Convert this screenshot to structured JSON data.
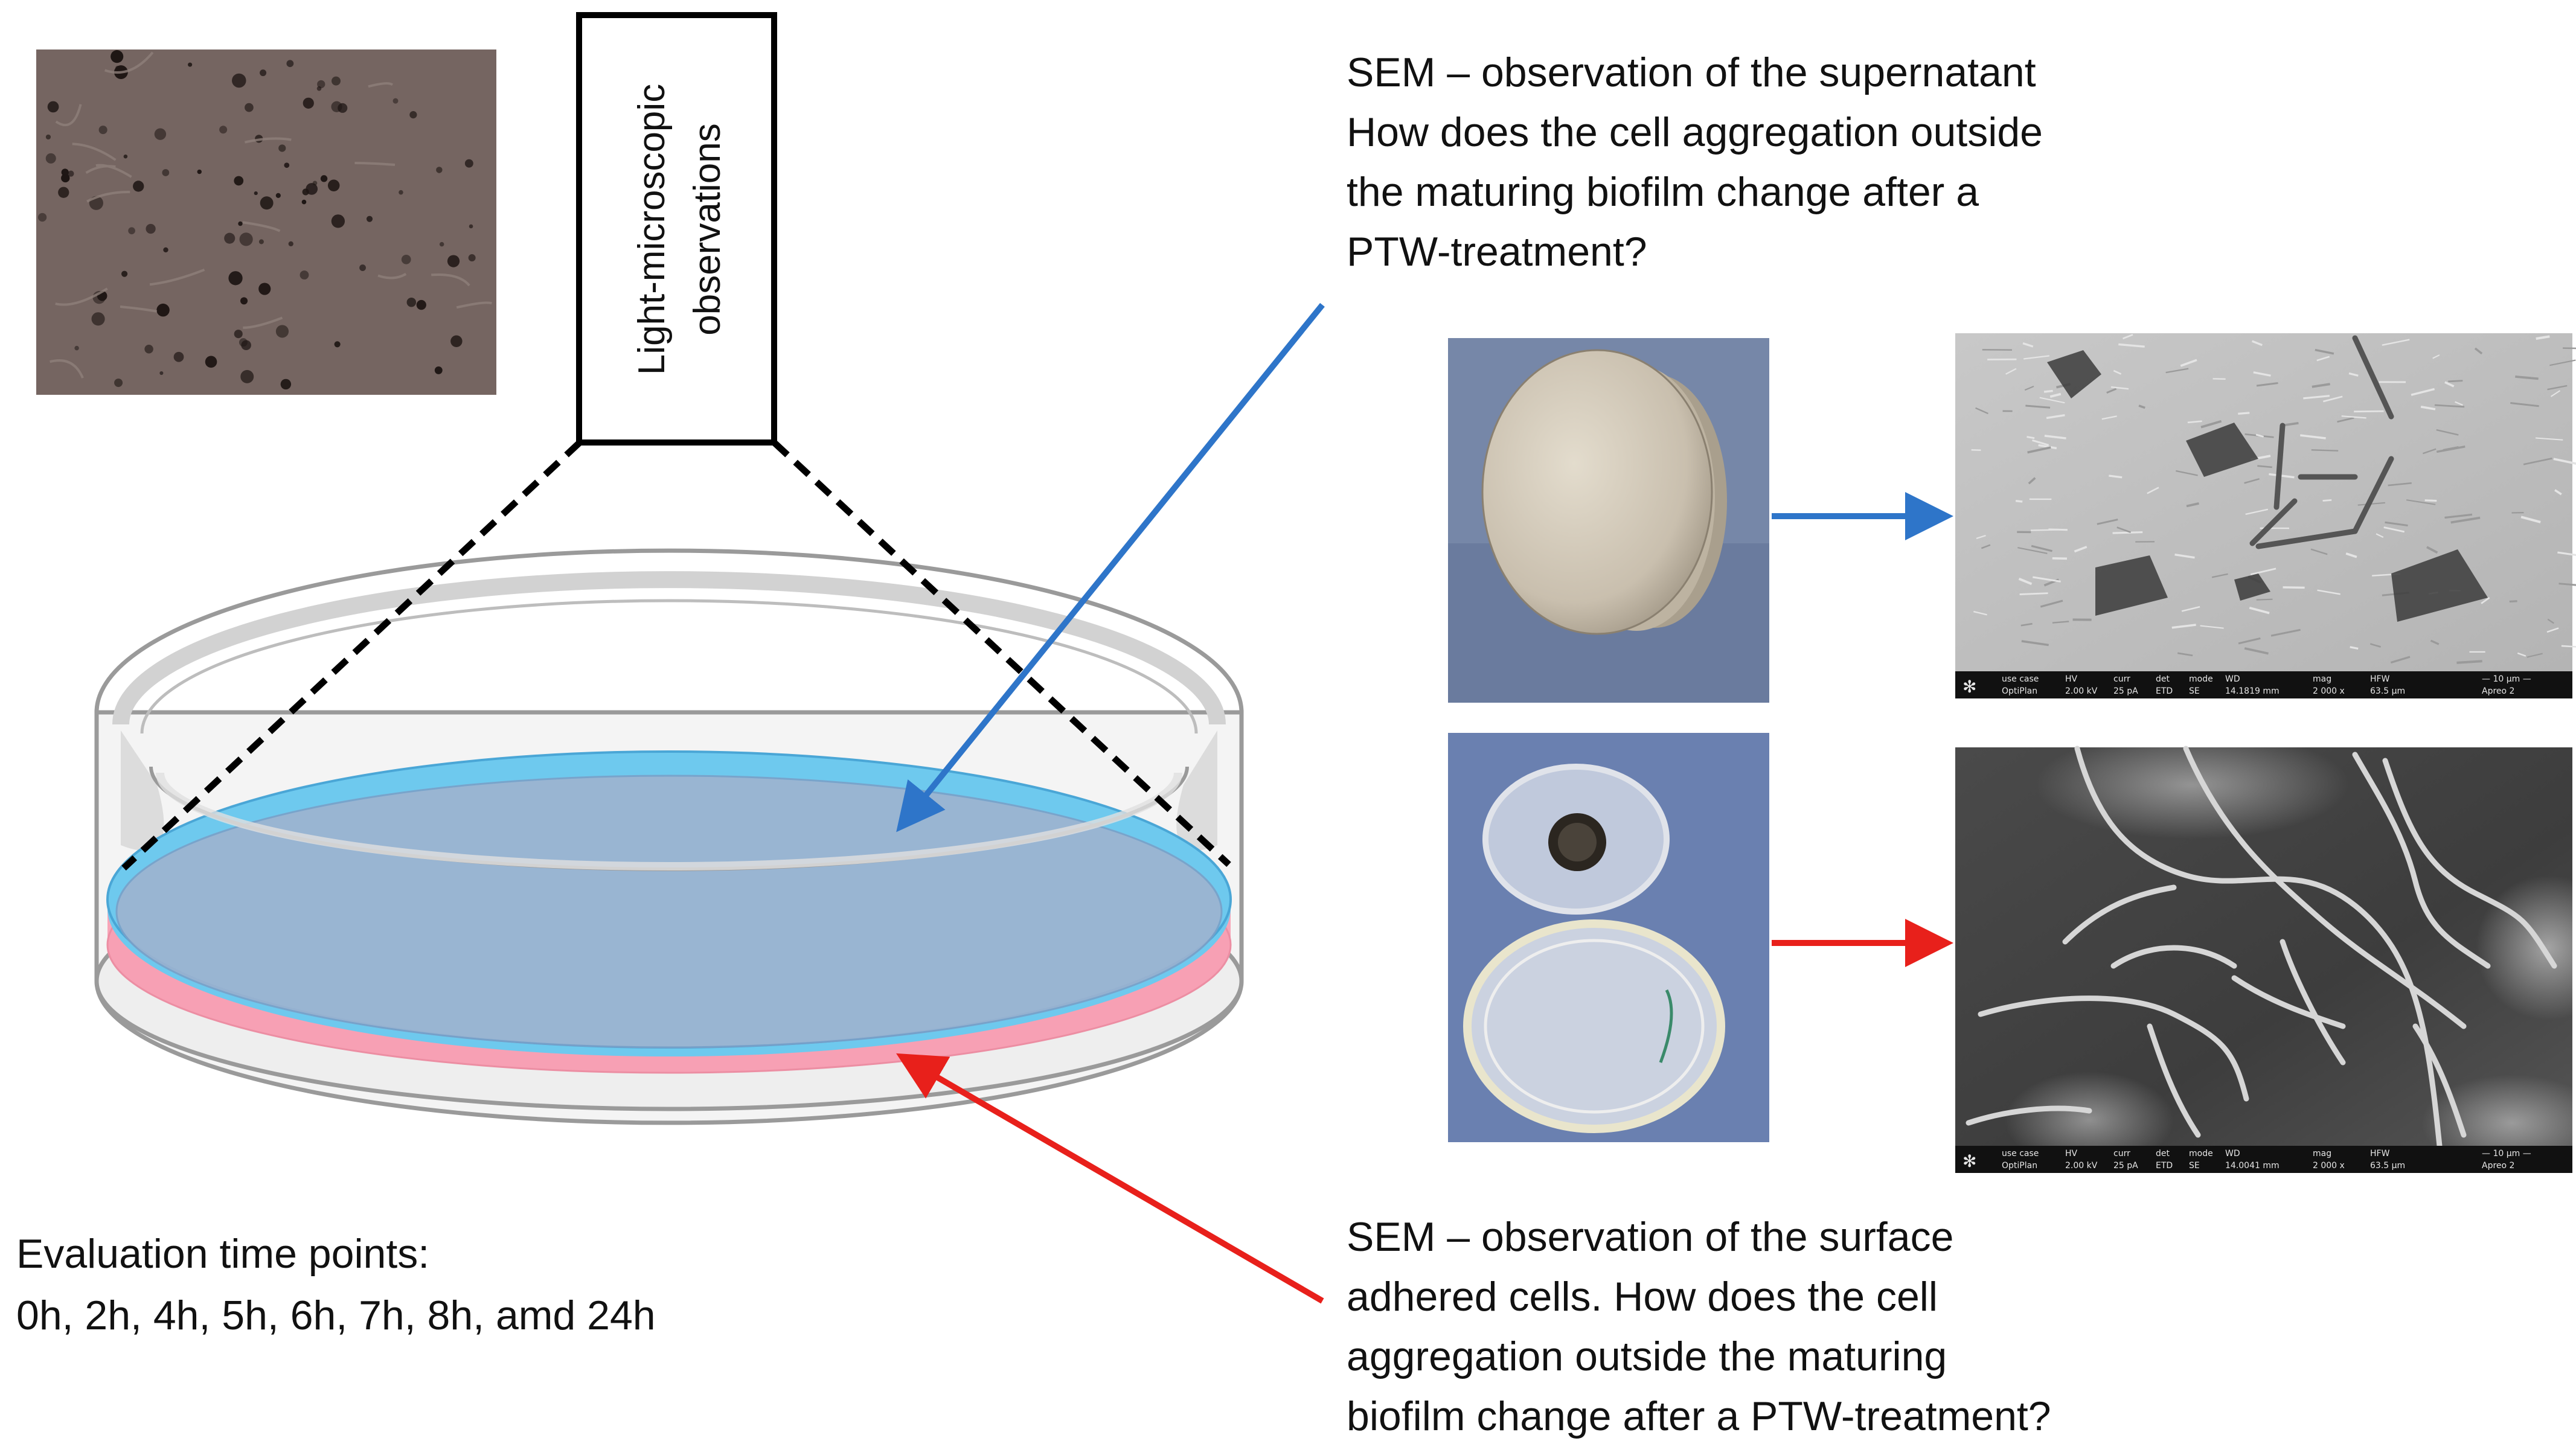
{
  "light_microscopy": {
    "label_line1": "Light-microscopic",
    "label_line2": "observations"
  },
  "sem_supernatant": {
    "lines": [
      "SEM – observation of the supernatant",
      "How does the cell aggregation outside",
      "the maturing biofilm change after a",
      "PTW-treatment?"
    ]
  },
  "sem_surface": {
    "lines": [
      "SEM – observation of the surface",
      "adhered cells. How does the cell",
      "aggregation outside the maturing",
      "biofilm change after a PTW-treatment?"
    ]
  },
  "evaluation": {
    "title": "Evaluation time points:",
    "times": "0h, 2h, 4h, 5h, 6h, 7h, 8h, amd 24h"
  },
  "sem_top_bar": {
    "labels": [
      "use case",
      "HV",
      "curr",
      "det",
      "mode",
      "WD",
      "mag",
      "HFW",
      "— 10 μm —"
    ],
    "values": [
      "OptiPlan",
      "2.00 kV",
      "25 pA",
      "ETD",
      "SE",
      "14.1819 mm",
      "2 000 x",
      "63.5 μm",
      "Apreo 2"
    ]
  },
  "sem_bottom_bar": {
    "labels": [
      "use case",
      "HV",
      "curr",
      "det",
      "mode",
      "WD",
      "mag",
      "HFW",
      "— 10 μm —"
    ],
    "values": [
      "OptiPlan",
      "2.00 kV",
      "25 pA",
      "ETD",
      "SE",
      "14.0041 mm",
      "2 000 x",
      "63.5 μm",
      "Apreo 2"
    ]
  },
  "colors": {
    "supernatant_arrow": "#2e75c9",
    "surface_arrow": "#e8201b",
    "medium_blue": "#6ec9ee",
    "medium_pink": "#f7a0b4",
    "dish_outline": "#9a9a9a"
  }
}
